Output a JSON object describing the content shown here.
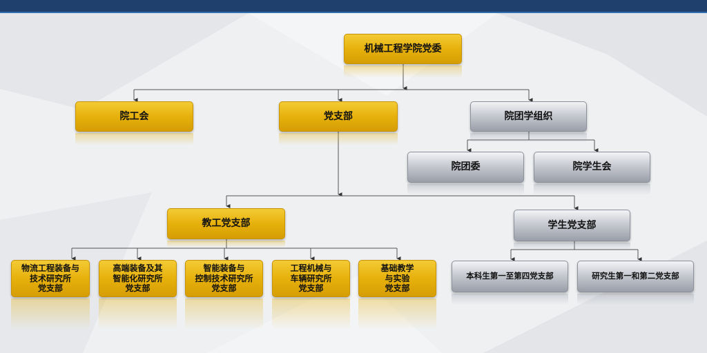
{
  "colors": {
    "header_bar": "#1f3f6d",
    "gold_node": "#e7b10c",
    "silver_node": "#c7cad1",
    "connector": "#555555"
  },
  "root": {
    "label": "机械工程学院党委"
  },
  "level1": {
    "union": {
      "label": "院工会"
    },
    "party_branch": {
      "label": "党支部"
    },
    "student_orgs": {
      "label": "院团学组织"
    }
  },
  "student_orgs_children": {
    "youth_league": {
      "label": "院团委"
    },
    "student_union": {
      "label": "院学生会"
    }
  },
  "party_branches": {
    "faculty": {
      "label": "教工党支部"
    },
    "student": {
      "label": "学生党支部"
    }
  },
  "faculty_branches": [
    {
      "lines": [
        "物流工程装备与",
        "技术研究所",
        "党支部"
      ]
    },
    {
      "lines": [
        "高端装备及其",
        "智能化研究所",
        "党支部"
      ]
    },
    {
      "lines": [
        "智能装备与",
        "控制技术研究所",
        "党支部"
      ]
    },
    {
      "lines": [
        "工程机械与",
        "车辆研究所",
        "党支部"
      ]
    },
    {
      "lines": [
        "基础教学",
        "与实验",
        "党支部"
      ]
    }
  ],
  "student_branches": [
    {
      "label": "本科生第一至第四党支部"
    },
    {
      "label": "研究生第一和第二党支部"
    }
  ]
}
